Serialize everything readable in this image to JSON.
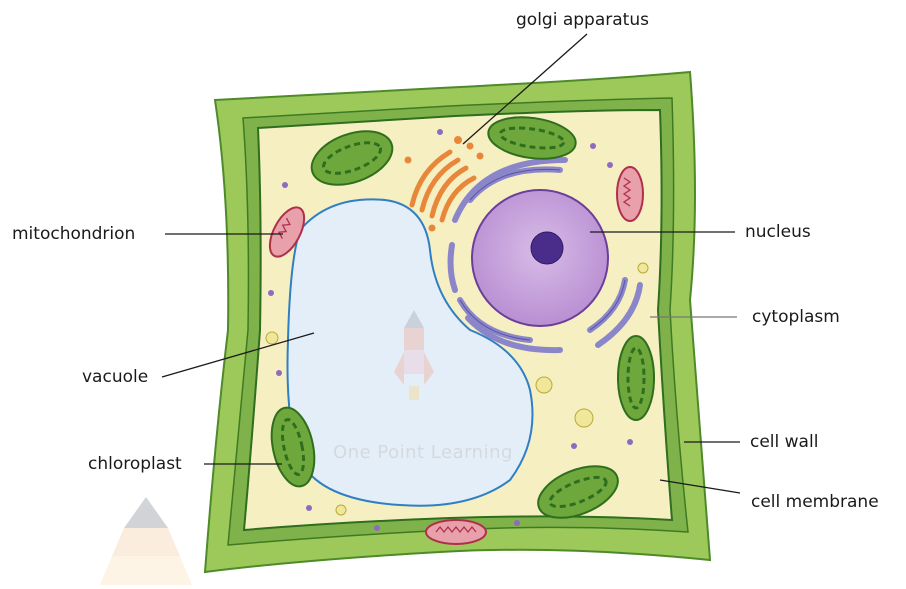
{
  "labels": {
    "golgi": "golgi apparatus",
    "mitochondrion": "mitochondrion",
    "nucleus": "nucleus",
    "cytoplasm": "cytoplasm",
    "vacuole": "vacuole",
    "cell_wall": "cell wall",
    "chloroplast": "chloroplast",
    "cell_membrane": "cell membrane"
  },
  "watermark": "One Point Learning",
  "colors": {
    "cell_wall": "#8cbf45",
    "cell_wall_dark": "#4f8a2a",
    "cytoplasm": "#f7f1c4",
    "vacuole": "#e6eff8",
    "vacuole_edge": "#3a7fc4",
    "nucleus": "#c9a2dc",
    "nucleolus": "#4a2d8a",
    "golgi": "#e8873a",
    "er": "#8b86c9",
    "mitochondria": "#e8a0aa",
    "chloroplast": "#6ea83c"
  }
}
